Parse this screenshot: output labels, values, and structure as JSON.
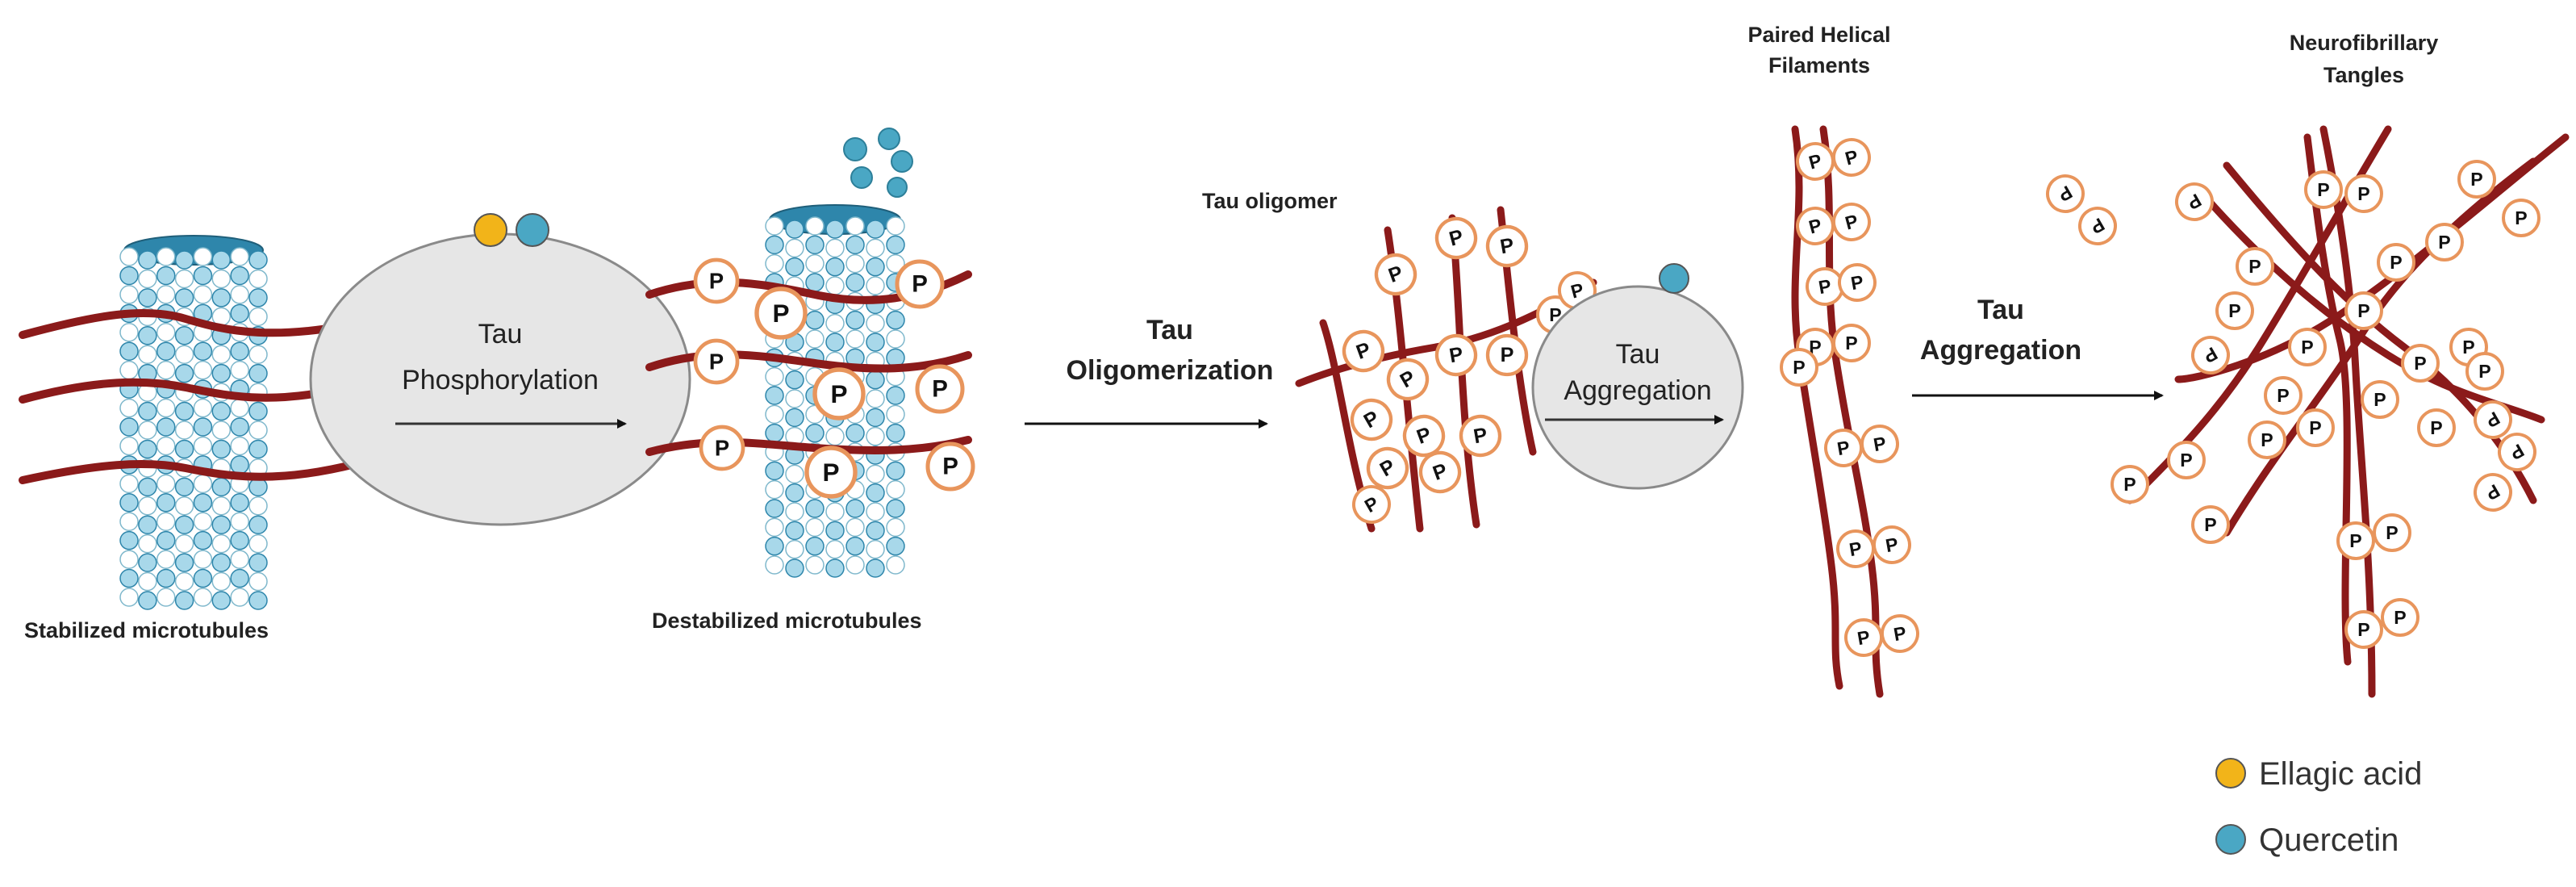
{
  "labels": {
    "stabilized": "Stabilized microtubules",
    "destabilized": "Destabilized microtubules",
    "tau_phos_1": "Tau",
    "tau_phos_2": "Phosphorylation",
    "tau_olig_1": "Tau",
    "tau_olig_2": "Oligomerization",
    "tau_oligomer": "Tau oligomer",
    "tau_aggr_a1": "Tau",
    "tau_aggr_a2": "Aggregation",
    "tau_aggr_b1": "Tau",
    "tau_aggr_b2": "Aggregation",
    "phf_1": "Paired Helical",
    "phf_2": "Filaments",
    "nft_1": "Neurofibrillary",
    "nft_2": "Tangles",
    "p": "P"
  },
  "legend": {
    "ellagic": "Ellagic acid",
    "quercetin": "Quercetin"
  },
  "colors": {
    "tau_strand": "#8b1a1a",
    "p_ring": "#e8955c",
    "ellagic": "#f2b419",
    "quercetin": "#4aa7c4",
    "mt_dark": "#2e86ab",
    "mt_light": "#a8d8ea",
    "ellipse_fill": "#e6e6e6",
    "ellipse_stroke": "#8a8a8a"
  }
}
